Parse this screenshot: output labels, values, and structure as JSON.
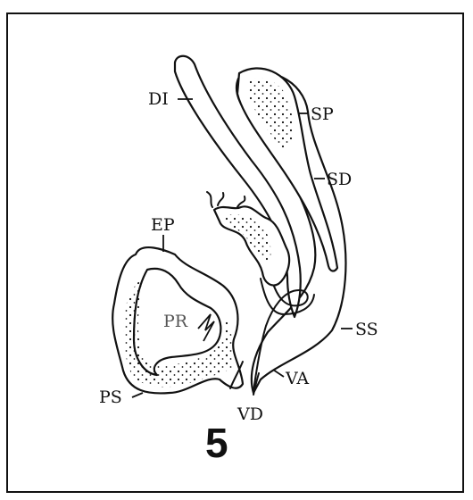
{
  "figure_number": "5",
  "labels": {
    "di": "DI",
    "sp": "SP",
    "sd": "SD",
    "ep": "EP",
    "pr": "PR",
    "ss": "SS",
    "va": "VA",
    "ps": "PS",
    "vd": "VD"
  },
  "colors": {
    "ink": "#111111",
    "background": "#ffffff",
    "label_light": "#555555"
  }
}
